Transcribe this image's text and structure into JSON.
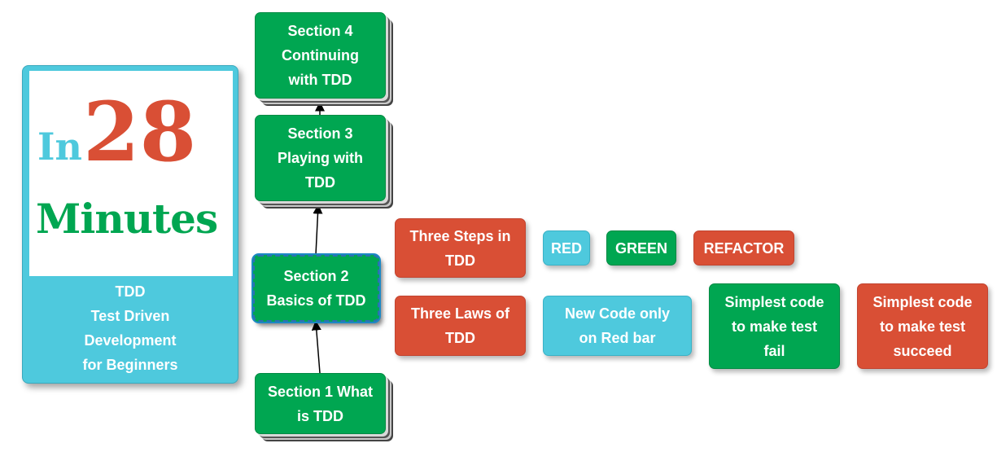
{
  "logo": {
    "in": "In",
    "number": "28",
    "minutes": "Minutes"
  },
  "caption": [
    "TDD",
    "Test Driven",
    "Development",
    "for Beginners"
  ],
  "sections": {
    "s1": "Section 1 What\nis TDD",
    "s2": "Section 2\nBasics of TDD",
    "s3": "Section 3\nPlaying with\nTDD",
    "s4": "Section 4\nContinuing\nwith TDD"
  },
  "concepts": {
    "three_steps": "Three Steps in\nTDD",
    "red": "RED",
    "green": "GREEN",
    "refactor": "REFACTOR",
    "three_laws": "Three Laws of\nTDD",
    "new_code": "New Code only\non Red bar",
    "simplest_fail": "Simplest code\nto make test\nfail",
    "simplest_succeed": "Simplest code\nto make test\nsucceed"
  },
  "colors": {
    "green": "#00a651",
    "red": "#d94f35",
    "cyan": "#4ec9dd"
  }
}
